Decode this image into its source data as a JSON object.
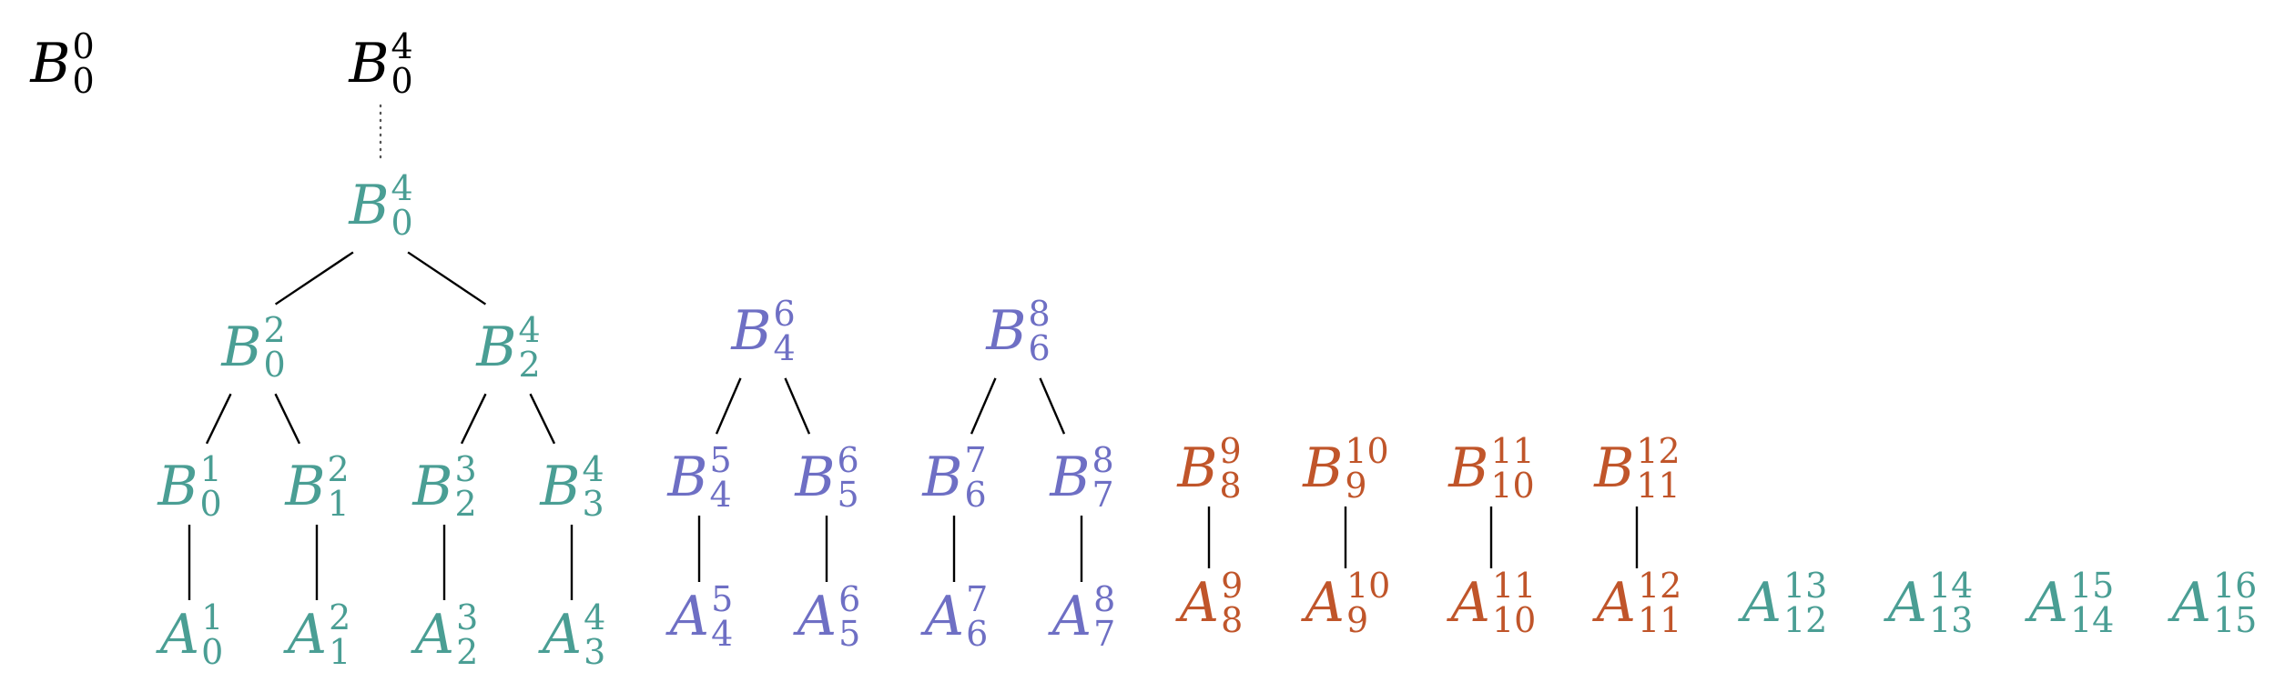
{
  "colors": {
    "black": "#000000",
    "teal": "#4a9e94",
    "purple": "#6e6fc4",
    "orange": "#c0552a"
  },
  "nodes": [
    {
      "id": "B0_0_top",
      "base": "B",
      "sub": "0",
      "sup": "0",
      "color": "black"
    },
    {
      "id": "B0_4_top",
      "base": "B",
      "sub": "0",
      "sup": "4",
      "color": "black"
    },
    {
      "id": "B0_4",
      "base": "B",
      "sub": "0",
      "sup": "4",
      "color": "teal"
    },
    {
      "id": "B0_2",
      "base": "B",
      "sub": "0",
      "sup": "2",
      "color": "teal"
    },
    {
      "id": "B2_4",
      "base": "B",
      "sub": "2",
      "sup": "4",
      "color": "teal"
    },
    {
      "id": "B0_1",
      "base": "B",
      "sub": "0",
      "sup": "1",
      "color": "teal"
    },
    {
      "id": "B1_2",
      "base": "B",
      "sub": "1",
      "sup": "2",
      "color": "teal"
    },
    {
      "id": "B2_3",
      "base": "B",
      "sub": "2",
      "sup": "3",
      "color": "teal"
    },
    {
      "id": "B3_4",
      "base": "B",
      "sub": "3",
      "sup": "4",
      "color": "teal"
    },
    {
      "id": "A0_1",
      "base": "A",
      "sub": "0",
      "sup": "1",
      "color": "teal"
    },
    {
      "id": "A1_2",
      "base": "A",
      "sub": "1",
      "sup": "2",
      "color": "teal"
    },
    {
      "id": "A2_3",
      "base": "A",
      "sub": "2",
      "sup": "3",
      "color": "teal"
    },
    {
      "id": "A3_4",
      "base": "A",
      "sub": "3",
      "sup": "4",
      "color": "teal"
    },
    {
      "id": "B4_6",
      "base": "B",
      "sub": "4",
      "sup": "6",
      "color": "purple"
    },
    {
      "id": "B6_8",
      "base": "B",
      "sub": "6",
      "sup": "8",
      "color": "purple"
    },
    {
      "id": "B4_5",
      "base": "B",
      "sub": "4",
      "sup": "5",
      "color": "purple"
    },
    {
      "id": "B5_6",
      "base": "B",
      "sub": "5",
      "sup": "6",
      "color": "purple"
    },
    {
      "id": "B6_7",
      "base": "B",
      "sub": "6",
      "sup": "7",
      "color": "purple"
    },
    {
      "id": "B7_8",
      "base": "B",
      "sub": "7",
      "sup": "8",
      "color": "purple"
    },
    {
      "id": "A4_5",
      "base": "A",
      "sub": "4",
      "sup": "5",
      "color": "purple"
    },
    {
      "id": "A5_6",
      "base": "A",
      "sub": "5",
      "sup": "6",
      "color": "purple"
    },
    {
      "id": "A6_7",
      "base": "A",
      "sub": "6",
      "sup": "7",
      "color": "purple"
    },
    {
      "id": "A7_8",
      "base": "A",
      "sub": "7",
      "sup": "8",
      "color": "purple"
    },
    {
      "id": "B8_9",
      "base": "B",
      "sub": "8",
      "sup": "9",
      "color": "orange"
    },
    {
      "id": "B9_10",
      "base": "B",
      "sub": "9",
      "sup": "10",
      "color": "orange"
    },
    {
      "id": "B10_11",
      "base": "B",
      "sub": "10",
      "sup": "11",
      "color": "orange"
    },
    {
      "id": "B11_12",
      "base": "B",
      "sub": "11",
      "sup": "12",
      "color": "orange"
    },
    {
      "id": "A8_9",
      "base": "A",
      "sub": "8",
      "sup": "9",
      "color": "orange"
    },
    {
      "id": "A9_10",
      "base": "A",
      "sub": "9",
      "sup": "10",
      "color": "orange"
    },
    {
      "id": "A10_11",
      "base": "A",
      "sub": "10",
      "sup": "11",
      "color": "orange"
    },
    {
      "id": "A11_12",
      "base": "A",
      "sub": "11",
      "sup": "12",
      "color": "orange"
    },
    {
      "id": "A12_13",
      "base": "A",
      "sub": "12",
      "sup": "13",
      "color": "teal"
    },
    {
      "id": "A13_14",
      "base": "A",
      "sub": "13",
      "sup": "14",
      "color": "teal"
    },
    {
      "id": "A14_15",
      "base": "A",
      "sub": "14",
      "sup": "15",
      "color": "teal"
    },
    {
      "id": "A15_16",
      "base": "A",
      "sub": "15",
      "sup": "16",
      "color": "teal"
    }
  ],
  "edges": [
    {
      "from": "B0_4",
      "to": "B0_2"
    },
    {
      "from": "B0_4",
      "to": "B2_4"
    },
    {
      "from": "B0_2",
      "to": "B0_1"
    },
    {
      "from": "B0_2",
      "to": "B1_2"
    },
    {
      "from": "B2_4",
      "to": "B2_3"
    },
    {
      "from": "B2_4",
      "to": "B3_4"
    },
    {
      "from": "B0_1",
      "to": "A0_1"
    },
    {
      "from": "B1_2",
      "to": "A1_2"
    },
    {
      "from": "B2_3",
      "to": "A2_3"
    },
    {
      "from": "B3_4",
      "to": "A3_4"
    },
    {
      "from": "B4_6",
      "to": "B4_5"
    },
    {
      "from": "B4_6",
      "to": "B5_6"
    },
    {
      "from": "B6_8",
      "to": "B6_7"
    },
    {
      "from": "B6_8",
      "to": "B7_8"
    },
    {
      "from": "B4_5",
      "to": "A4_5"
    },
    {
      "from": "B5_6",
      "to": "A5_6"
    },
    {
      "from": "B6_7",
      "to": "A6_7"
    },
    {
      "from": "B7_8",
      "to": "A7_8"
    },
    {
      "from": "B8_9",
      "to": "A8_9"
    },
    {
      "from": "B9_10",
      "to": "A9_10"
    },
    {
      "from": "B10_11",
      "to": "A10_11"
    },
    {
      "from": "B11_12",
      "to": "A11_12"
    }
  ],
  "dotted_edges": [
    {
      "from": "B0_4_top",
      "to": "B0_4"
    }
  ]
}
